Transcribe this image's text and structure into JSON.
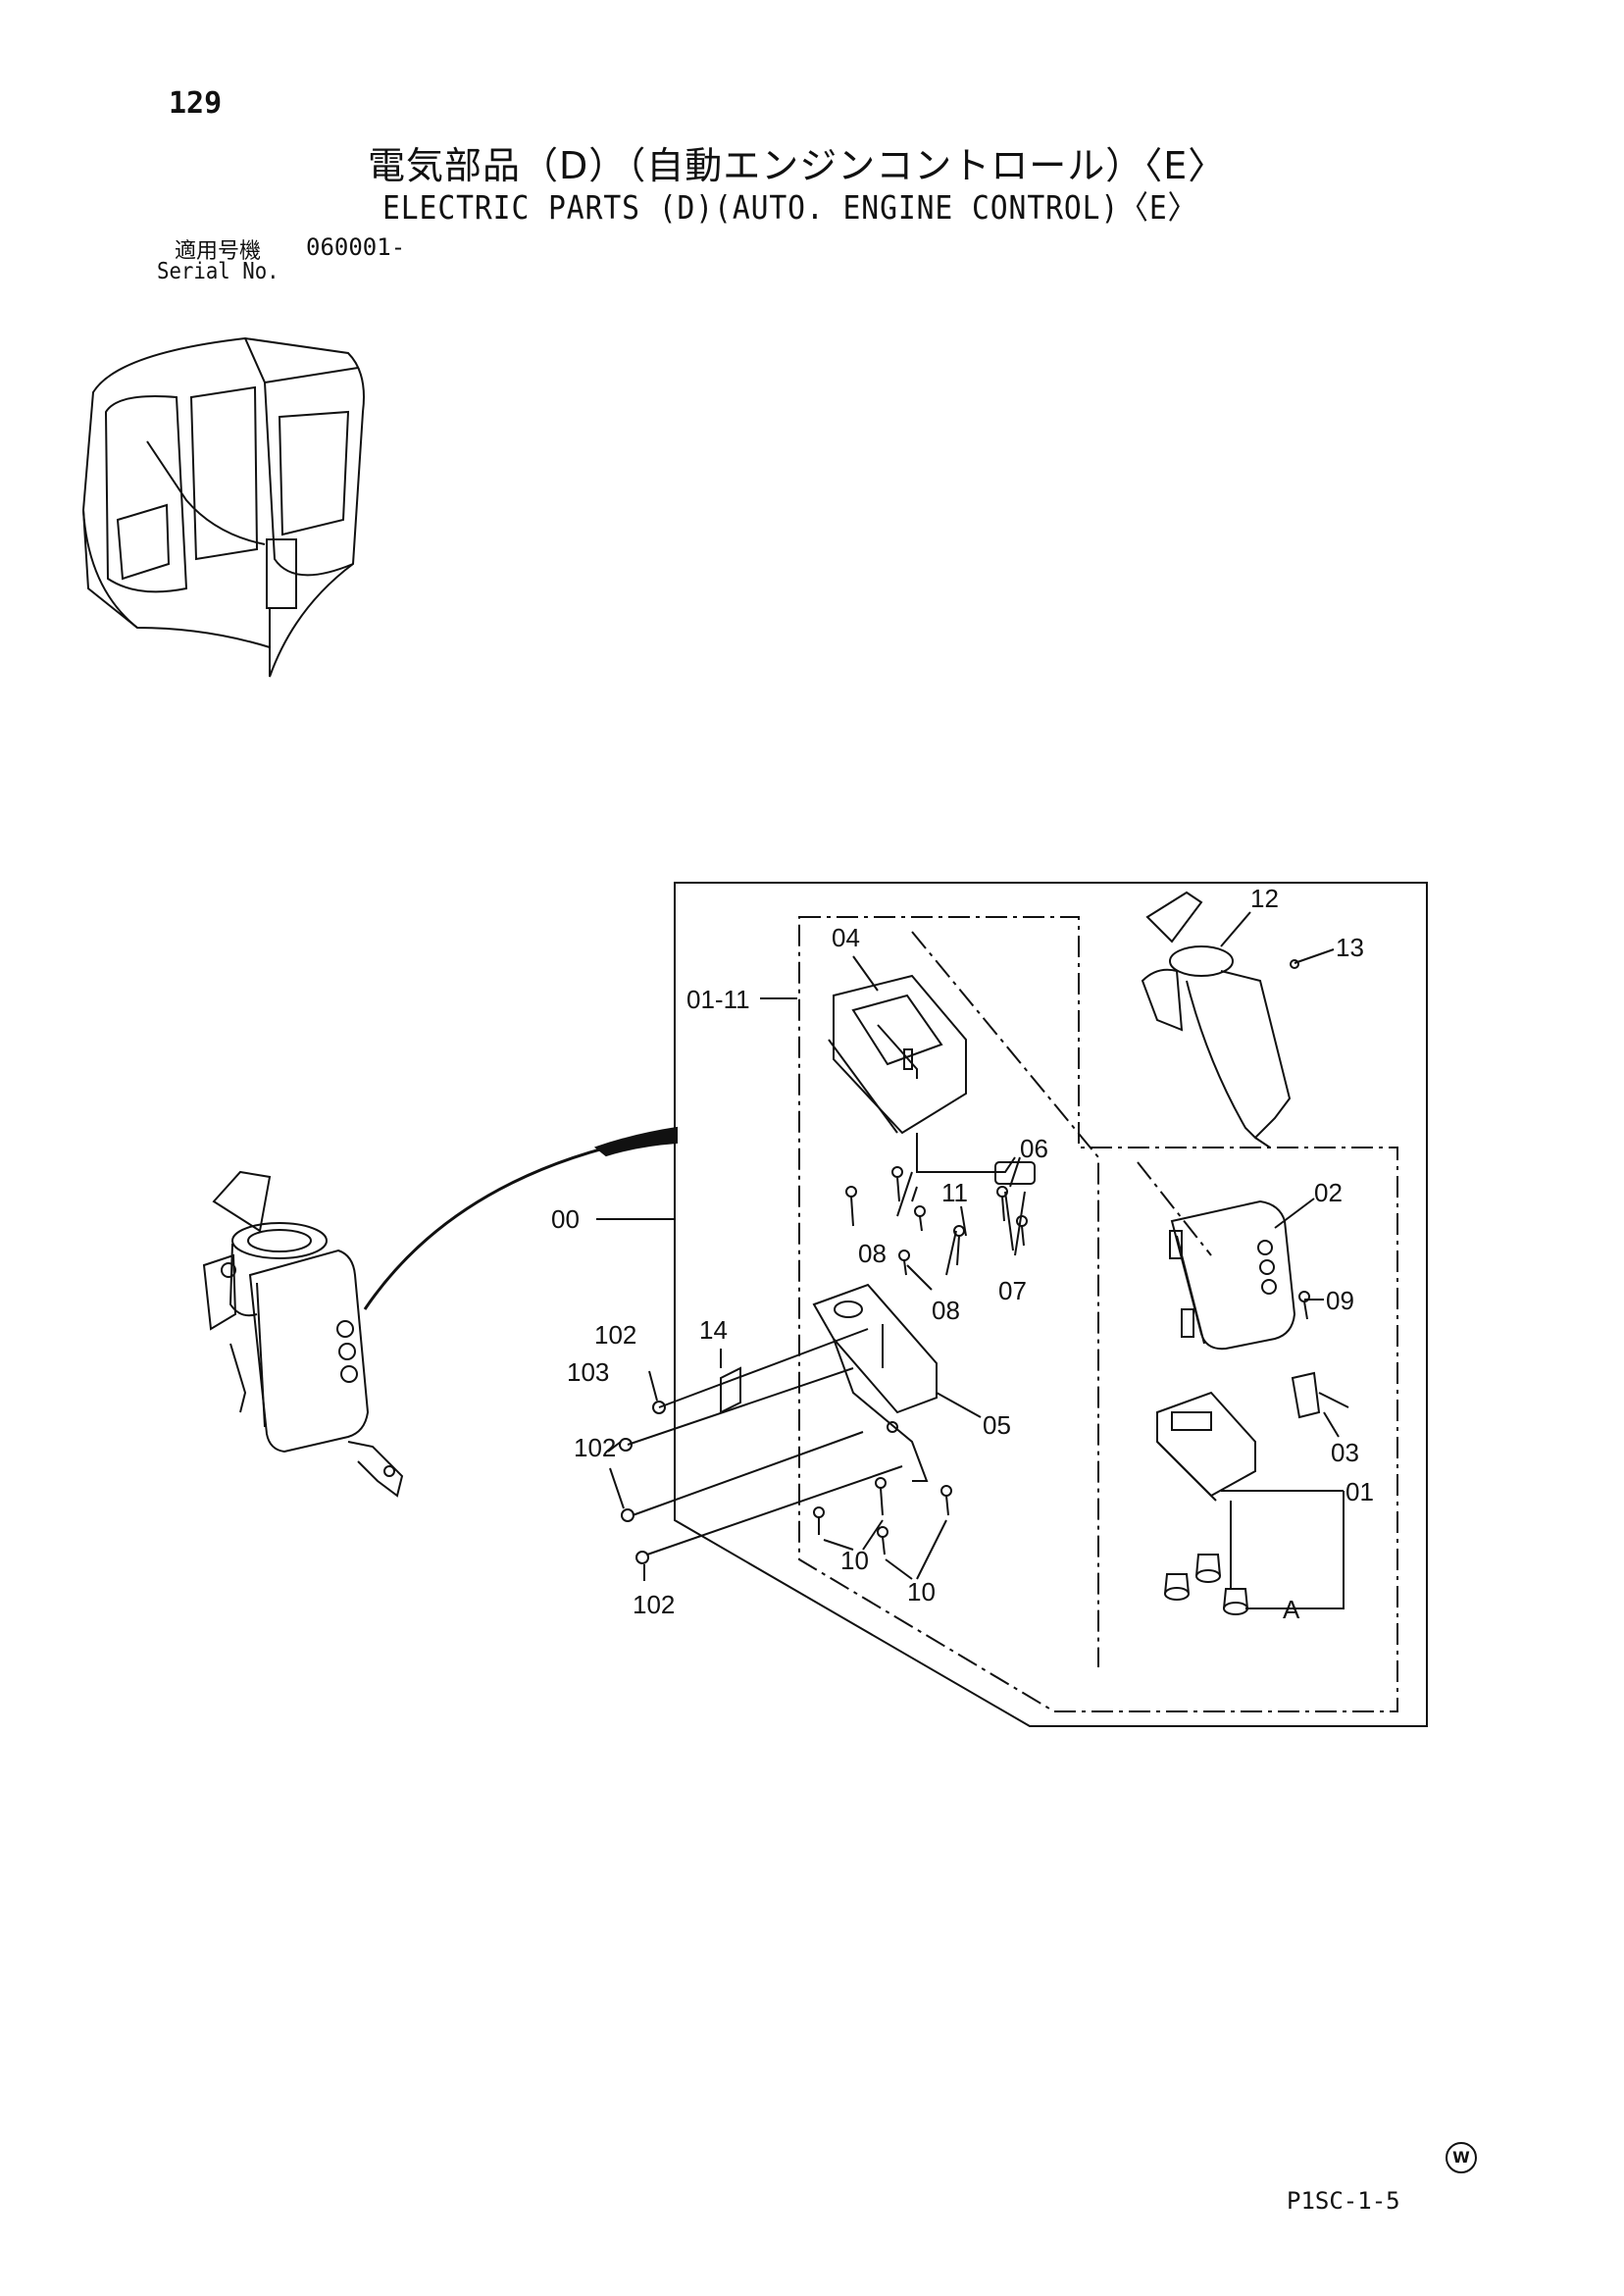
{
  "page": {
    "number": "129",
    "title_jp": "電気部品（D）（自動エンジンコントロール）〈E〉",
    "title_en": "ELECTRIC PARTS (D)(AUTO. ENGINE CONTROL)〈E〉",
    "serial_label_jp": "適用号機",
    "serial_value": "060001-",
    "serial_label_en": "Serial No.",
    "mark": "W",
    "code": "P1SC-1-5"
  },
  "callouts": {
    "c00": "00",
    "c01_11": "01-11",
    "c01": "01",
    "c02": "02",
    "c03": "03",
    "c04": "04",
    "c05": "05",
    "c06": "06",
    "c07": "07",
    "c08a": "08",
    "c08b": "08",
    "c09": "09",
    "c10a": "10",
    "c10b": "10",
    "c11": "11",
    "c12": "12",
    "c13": "13",
    "c14": "14",
    "c102a": "102",
    "c102b": "102",
    "c102c": "102",
    "c103": "103",
    "cA": "A"
  }
}
